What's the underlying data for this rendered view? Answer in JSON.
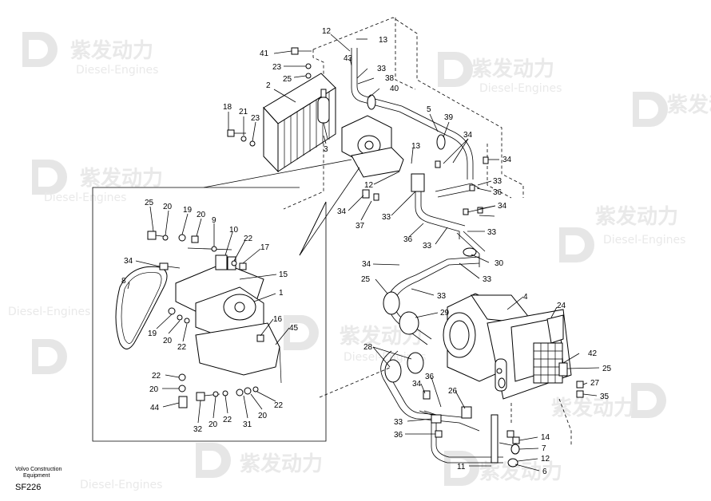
{
  "caption": {
    "maker_line1": "Volvo Construction",
    "maker_line2": "Equipment",
    "code": "SF226"
  },
  "watermark": {
    "brand_cn": "紫发动力",
    "brand_en": "Diesel-Engines"
  },
  "callouts": {
    "c12a": "12",
    "c13a": "13",
    "c41": "41",
    "c43": "43",
    "c23a": "23",
    "c25a": "25",
    "c33a": "33",
    "c38": "38",
    "c2": "2",
    "c40": "40",
    "c5": "5",
    "c18": "18",
    "c21a": "21",
    "c23b": "23",
    "c3": "3",
    "c39": "39",
    "c34a": "34",
    "c13b": "13",
    "c34b": "34",
    "c33b": "33",
    "c36a": "36",
    "c12b": "12",
    "c34c": "34",
    "c37": "37",
    "c33c": "33",
    "c34d": "34",
    "c36b": "36",
    "c33d": "33",
    "c33e": "33",
    "c25b": "25",
    "c20a": "20",
    "c19a": "19",
    "c20b": "20",
    "c9": "9",
    "c10": "10",
    "c22a": "22",
    "c17": "17",
    "c34e": "34",
    "c15": "15",
    "c8": "8",
    "c1": "1",
    "c19b": "19",
    "c20c": "20",
    "c22b": "22",
    "c16": "16",
    "c45": "45",
    "c22c": "22",
    "c20d": "20",
    "c44": "44",
    "c32": "32",
    "c20e": "20",
    "c22d": "22",
    "c31": "31",
    "c20f": "20",
    "c22e": "22",
    "c34f": "34",
    "c30": "30",
    "c33f": "33",
    "c25c": "25",
    "c33g": "33",
    "c4": "4",
    "c24": "24",
    "c29": "29",
    "c28": "28",
    "c42": "42",
    "c25d": "25",
    "c27": "27",
    "c35": "35",
    "c36c": "36",
    "c34g": "34",
    "c26": "26",
    "c33h": "33",
    "c36d": "36",
    "c14": "14",
    "c7": "7",
    "c12c": "12",
    "c11": "11",
    "c6": "6"
  }
}
